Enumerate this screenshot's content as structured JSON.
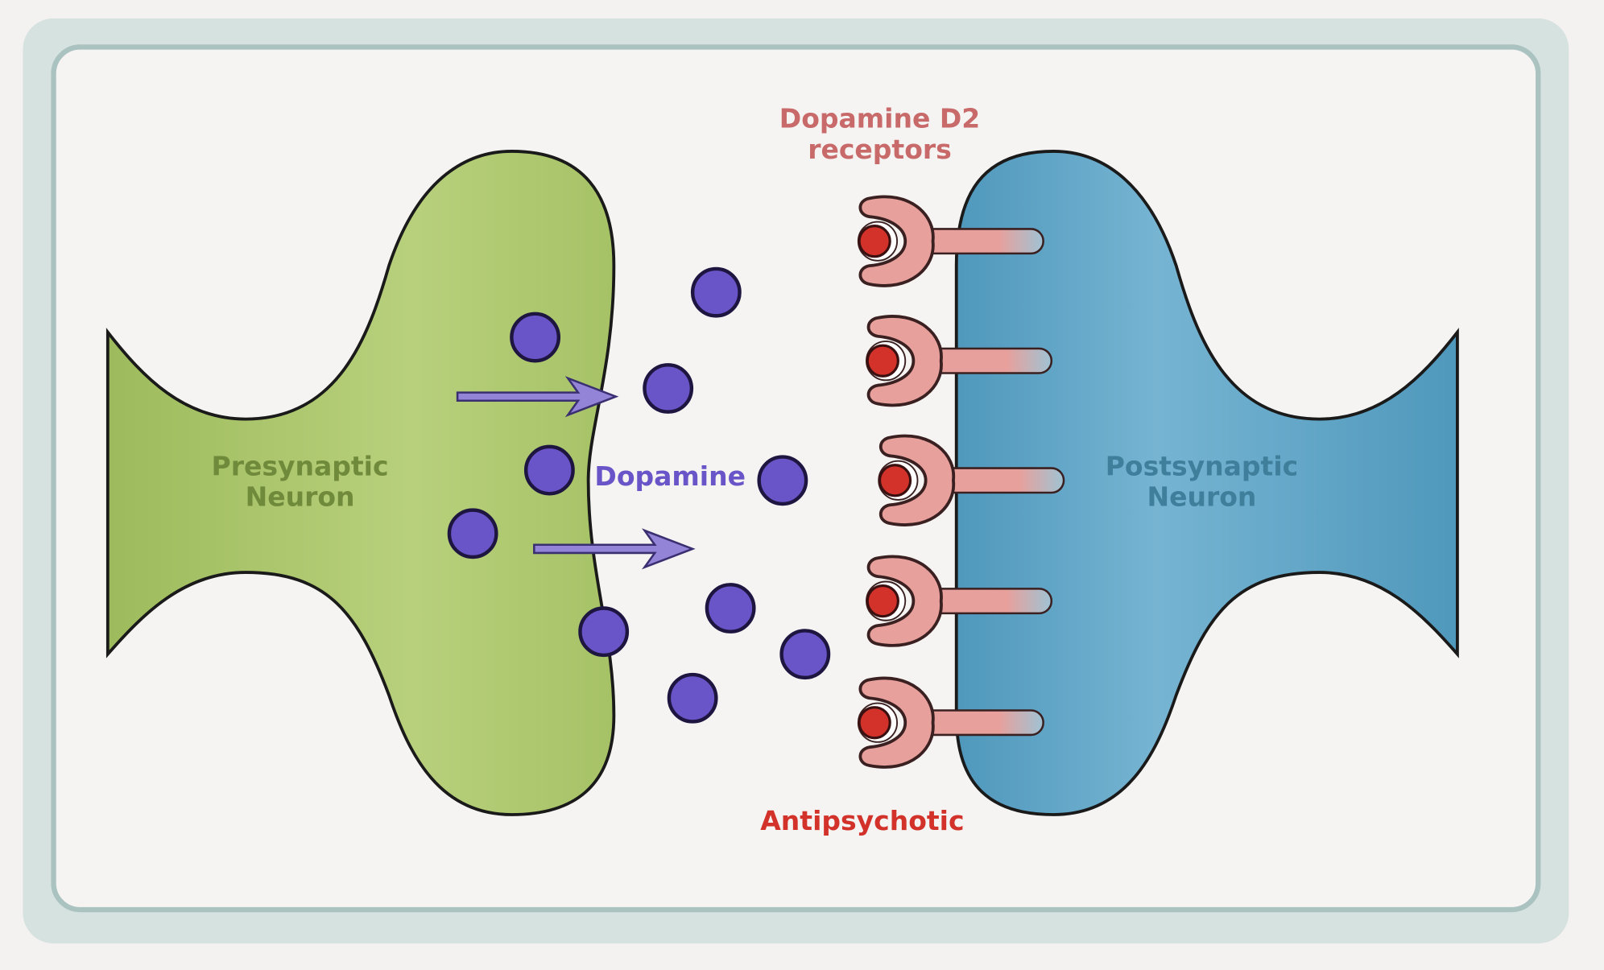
{
  "labels": {
    "presynaptic": [
      "Presynaptic",
      "Neuron"
    ],
    "postsynaptic": [
      "Postsynaptic",
      "Neuron"
    ],
    "dopamine": "Dopamine",
    "receptors": [
      "Dopamine D2",
      "receptors"
    ],
    "antipsychotic": "Antipsychotic"
  },
  "colors": {
    "presynaptic": "#a9c46a",
    "postsynaptic": "#5fa6c6",
    "dopamine": "#6a55c8",
    "receptor": "#e8a09c",
    "antipsychotic": "#d2322a",
    "receptor_label": "#c86a6a",
    "presynaptic_label": "#6f8a3a",
    "postsynaptic_label": "#3f7f9c"
  },
  "receptor_count": 5,
  "dopamine_molecule_count": 10
}
